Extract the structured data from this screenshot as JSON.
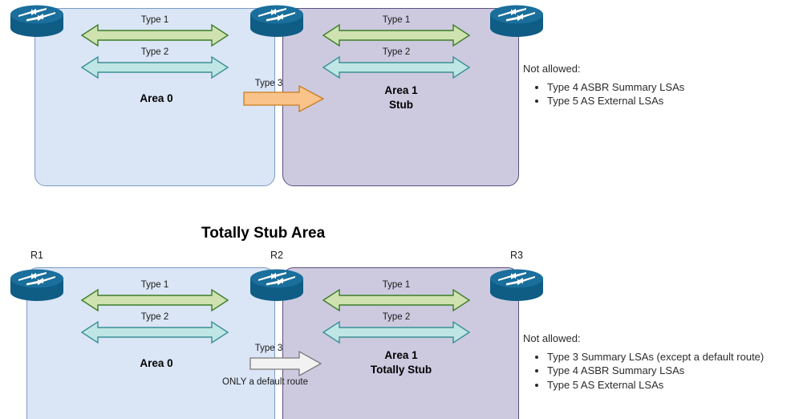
{
  "diagram": {
    "sections": [
      {
        "id": "stub-area",
        "title": "",
        "routers": [
          {
            "name": "router-left",
            "label": ""
          },
          {
            "name": "router-middle",
            "label": ""
          },
          {
            "name": "router-right",
            "label": ""
          }
        ],
        "areas": [
          {
            "id": "area0",
            "label": "Area 0",
            "color": "#dae5f5",
            "border": "#7a9cc6"
          },
          {
            "id": "area1",
            "label": "Area 1\nStub",
            "color": "#cdcae0",
            "border": "#5b5080"
          }
        ],
        "arrows": {
          "left_type1": "Type 1",
          "left_type2": "Type 2",
          "right_type1": "Type 1",
          "right_type2": "Type 2",
          "cross_type3": "Type 3",
          "cross_note": ""
        },
        "not_allowed": {
          "title": "Not allowed:",
          "items": [
            "Type 4 ASBR Summary LSAs",
            "Type 5 AS External LSAs"
          ]
        }
      },
      {
        "id": "totally-stub-area",
        "title": "Totally Stub Area",
        "routers": [
          {
            "name": "router-left",
            "label": "R1"
          },
          {
            "name": "router-middle",
            "label": "R2"
          },
          {
            "name": "router-right",
            "label": "R3"
          }
        ],
        "areas": [
          {
            "id": "area0",
            "label": "Area 0",
            "color": "#dae5f5",
            "border": "#7a9cc6"
          },
          {
            "id": "area1",
            "label": "Area 1\nTotally Stub",
            "color": "#cdcae0",
            "border": "#5b5080"
          }
        ],
        "arrows": {
          "left_type1": "Type 1",
          "left_type2": "Type 2",
          "right_type1": "Type 1",
          "right_type2": "Type 2",
          "cross_type3": "Type 3",
          "cross_note": "ONLY a default route"
        },
        "not_allowed": {
          "title": "Not allowed:",
          "items": [
            "Type 3 Summary LSAs (except a default route)",
            "Type 4 ASBR Summary LSAs",
            "Type 5 AS External LSAs"
          ]
        }
      }
    ],
    "colors": {
      "area0_fill": "#dae5f5",
      "area0_border": "#7a9cc6",
      "area1_fill": "#cdcae0",
      "area1_border": "#5b5080",
      "type1_fill": "#cfe2b0",
      "type1_border": "#3c7d28",
      "type2_fill": "#bfe6e4",
      "type2_border": "#3a8f96",
      "type3_orange_fill": "#f9c38a",
      "type3_orange_border": "#c97c1e",
      "type3_gray_fill": "#f2f2f2",
      "type3_gray_border": "#7b7b7b",
      "router_body": "#1a6a96",
      "router_top": "#16668f"
    }
  }
}
